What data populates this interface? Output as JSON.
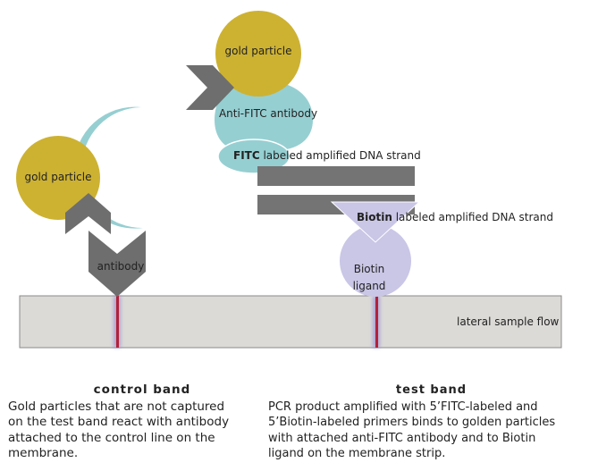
{
  "labels": {
    "gold_particle_top": "gold particle",
    "anti_fitc_antibody": "Anti-FITC antibody",
    "fitc_prefix": "FITC",
    "fitc_rest": " labeled amplified DNA strand",
    "biotin_prefix": "Biotin",
    "biotin_rest": " labeled amplified DNA strand",
    "biotin_ligand_line1": "Biotin",
    "biotin_ligand_line2": "ligand",
    "gold_particle_left": "gold particle",
    "antibody": "antibody",
    "lateral_sample_flow": "lateral sample flow"
  },
  "captions": {
    "control": {
      "title": "control band",
      "lines": [
        "Gold particles that are not captured",
        "on the test band react with antibody",
        "attached to the control line on the",
        "membrane."
      ]
    },
    "test": {
      "title": "test band",
      "lines": [
        "PCR product amplified with 5’FITC-labeled and",
        "5’Biotin-labeled primers binds to golden particles",
        "with attached anti-FITC antibody and to Biotin",
        "ligand on the membrane strip."
      ]
    }
  },
  "colors": {
    "gold": "#cdb232",
    "cyan": "#96cfd2",
    "gray_chevron": "#6e6e6e",
    "dna_strand": "#747474",
    "lavender": "#c9c6e6",
    "strip_fill": "#dcdad7",
    "band_red": "#b3203a"
  }
}
